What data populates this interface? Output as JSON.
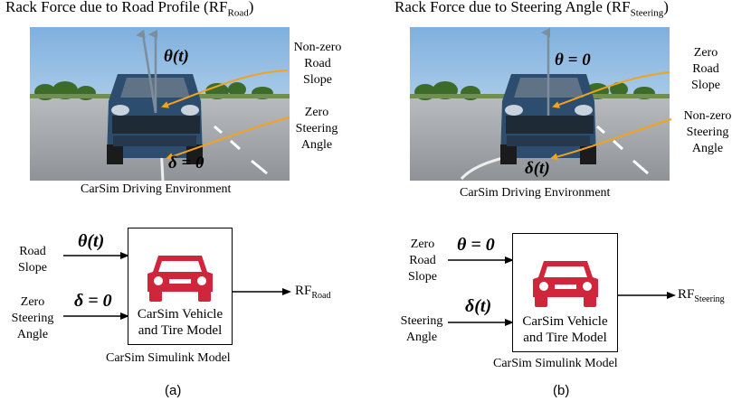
{
  "panel_a": {
    "title": "Rack Force due to Road Profile (RF",
    "title_sub": "Road",
    "title_close": ")",
    "scene_theta": "θ(t)",
    "scene_delta": "δ = 0",
    "annot_slope": [
      "Non-zero",
      "Road",
      "Slope"
    ],
    "annot_steer": [
      "Zero",
      "Steering",
      "Angle"
    ],
    "env_caption": "CarSim Driving Environment",
    "input1_label": [
      "Road",
      "Slope"
    ],
    "input1_symbol": "θ(t)",
    "input2_label": [
      "Zero",
      "Steering",
      "Angle"
    ],
    "input2_symbol": "δ = 0",
    "box_text": [
      "CarSim Vehicle",
      "and Tire Model"
    ],
    "output": "RF",
    "output_sub": "Road",
    "model_caption": "CarSim Simulink Model",
    "panel_label": "(a)"
  },
  "panel_b": {
    "title": "Rack Force due to Steering Angle (RF",
    "title_sub": "Steering",
    "title_close": ")",
    "scene_theta": "θ = 0",
    "scene_delta": "δ(t)",
    "annot_slope": [
      "Zero",
      "Road",
      "Slope"
    ],
    "annot_steer": [
      "Non-zero",
      "Steering",
      "Angle"
    ],
    "env_caption": "CarSim Driving Environment",
    "input1_label": [
      "Zero",
      "Road",
      "Slope"
    ],
    "input1_symbol": "θ = 0",
    "input2_label": [
      "Steering",
      "Angle"
    ],
    "input2_symbol": "δ(t)",
    "box_text": [
      "CarSim Vehicle",
      "and Tire Model"
    ],
    "output": "RF",
    "output_sub": "Steering",
    "model_caption": "CarSim Simulink Model",
    "panel_label": "(b)"
  },
  "colors": {
    "car_icon": "#d0263b",
    "annotation_arrow": "#f2a31d",
    "vehicle_body": "#2d4d6e",
    "sky_top": "#8db8e0",
    "road": "#a5a8ab"
  }
}
